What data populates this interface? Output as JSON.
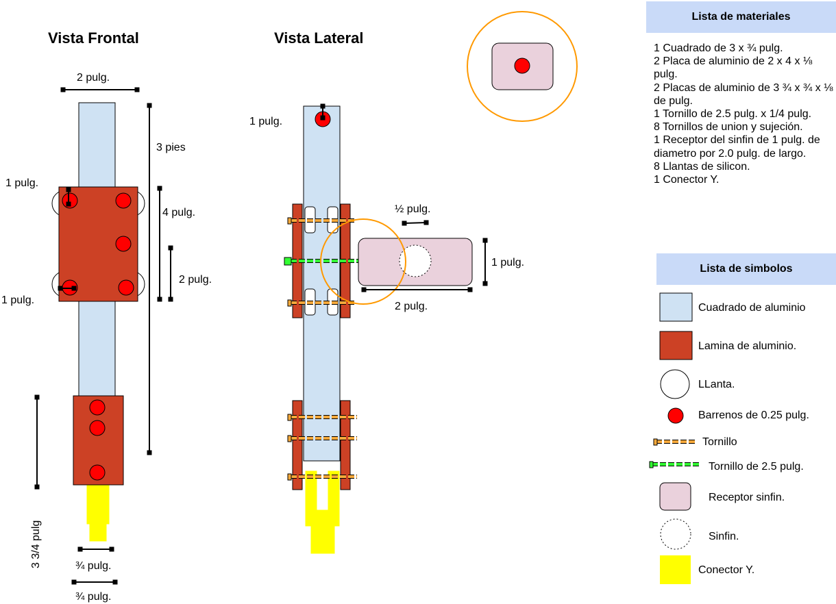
{
  "titles": {
    "front": "Vista Frontal",
    "side": "Vista Lateral"
  },
  "front_dims": {
    "top_width": "2 pulg.",
    "length": "3 pies",
    "wheel_top": "1 pulg.",
    "wheel_bottom": "1 pulg.",
    "plate_height": "4 pulg.",
    "hole_spacing": "2 pulg.",
    "bottom_plate": "3 3/4 pulg",
    "connector_width": "¾ pulg.",
    "connector_width2": "¾ pulg."
  },
  "side_dims": {
    "hole": "1 pulg.",
    "receiver_hole": "½ pulg.",
    "receiver_height": "1 pulg.",
    "receiver_length": "2 pulg."
  },
  "materials": {
    "header": "Lista de materiales",
    "items": [
      "1 Cuadrado de 3 x ¾ pulg.",
      "2 Placa de aluminio de 2 x 4 x ⅛ pulg.",
      "2 Placas de aluminio de 3 ¾ x ¾ x ⅛ de pulg.",
      "1 Tornillo de 2.5 pulg. x 1/4 pulg.",
      "8 Tornillos de union y sujeción.",
      "1 Receptor del sinfin de 1 pulg. de diametro por 2.0 pulg. de largo.",
      "8 Llantas de silicon.",
      "1 Conector Y."
    ]
  },
  "symbols": {
    "header": "Lista de simbolos",
    "items": [
      {
        "label": "Cuadrado de aluminio",
        "icon": "aluminum-square-icon"
      },
      {
        "label": "Lamina de aluminio.",
        "icon": "aluminum-sheet-icon"
      },
      {
        "label": "LLanta.",
        "icon": "wheel-icon"
      },
      {
        "label": "Barrenos de 0.25 pulg.",
        "icon": "drill-hole-icon"
      },
      {
        "label": "Tornillo",
        "icon": "screw-icon"
      },
      {
        "label": "Tornillo de 2.5 pulg.",
        "icon": "long-screw-icon"
      },
      {
        "label": "Receptor sinfin.",
        "icon": "worm-receiver-icon"
      },
      {
        "label": "Sinfin.",
        "icon": "worm-icon"
      },
      {
        "label": "Conector Y.",
        "icon": "y-connector-icon"
      }
    ]
  },
  "colors": {
    "aluminum_square": "#cfe2f3",
    "aluminum_sheet": "#cc4125",
    "hole": "#ff0000",
    "screw": "#f6a93b",
    "long_screw": "#33ff33",
    "receiver": "#ead1dc",
    "connector": "#ffff00",
    "highlight": "#ff9900",
    "header_bg": "#c9daf8"
  }
}
